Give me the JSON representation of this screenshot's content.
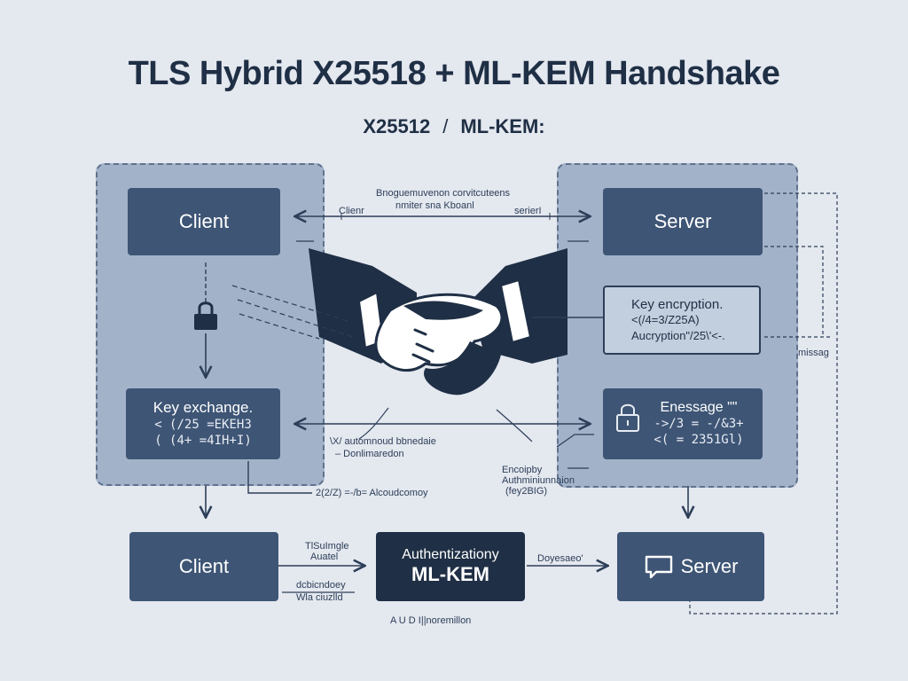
{
  "title": "TLS Hybrid X25518 + ML-KEM Handshake",
  "subtitle": {
    "left": "X25512",
    "separator": "/",
    "right": "ML-KEM:"
  },
  "client_top": {
    "label": "Client"
  },
  "server_top": {
    "label": "Server"
  },
  "key_exchange": {
    "title": "Key exchange.",
    "line1": "< (/25 =EKEH3",
    "line2": "( (4+ =4IH+I)"
  },
  "key_encryption": {
    "title": "Key encryption.",
    "line1": "<(/4=3/Z25A)",
    "line2": "Aucryption\"/25\\'<-."
  },
  "message_box": {
    "title": "Enessage \"\"",
    "line1": "->/3 = -/&3+",
    "line2": "<( = 2351Gl)"
  },
  "client_bottom": {
    "label": "Client"
  },
  "server_bottom": {
    "label": "Server"
  },
  "auth_box": {
    "line1": "Authentizationy",
    "line2": "ML-KEM"
  },
  "labels": {
    "top_center_1": "Bnoguemuvenon corvitcuteens",
    "top_center_2": "nmiter sna Kboanl",
    "top_left": "Clienr",
    "top_right": "serierI",
    "mid_center_1": "\\X/ automnoud bbnedaie",
    "mid_center_2": "– Donlimaredon",
    "bottom_mid": "2(2/Z) =-/b= Alcoudcomoy",
    "right_mid_1": "Encoipby",
    "right_mid_2": "Authminiunnaion",
    "right_mid_3": "(fey2BIG)",
    "far_right": "missag",
    "bottom_left_1": "TlSuImgle",
    "bottom_left_2": "Auatel",
    "bottom_left_3": "dcbicndoey",
    "bottom_left_4": "Wla ciuzlld",
    "bottom_right": "Doyesaeo'",
    "bottom_center": "A U D I||noremillon"
  }
}
